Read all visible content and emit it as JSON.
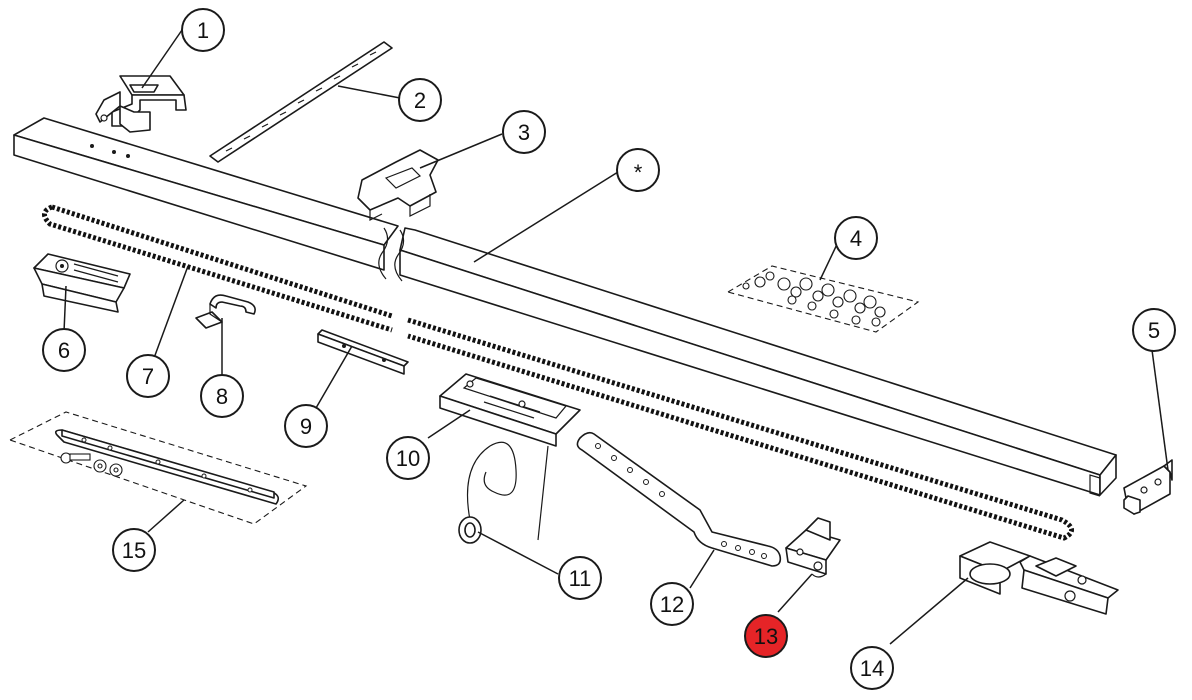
{
  "diagram": {
    "colors": {
      "line": "#1a1a1a",
      "background": "#ffffff",
      "callout_fill": "#ffffff",
      "highlight": "#e52427"
    },
    "callouts": [
      {
        "id": "1",
        "label": "1",
        "highlighted": false
      },
      {
        "id": "2",
        "label": "2",
        "highlighted": false
      },
      {
        "id": "3",
        "label": "3",
        "highlighted": false
      },
      {
        "id": "star",
        "label": "*",
        "highlighted": false
      },
      {
        "id": "4",
        "label": "4",
        "highlighted": false
      },
      {
        "id": "5",
        "label": "5",
        "highlighted": false
      },
      {
        "id": "6",
        "label": "6",
        "highlighted": false
      },
      {
        "id": "7",
        "label": "7",
        "highlighted": false
      },
      {
        "id": "8",
        "label": "8",
        "highlighted": false
      },
      {
        "id": "9",
        "label": "9",
        "highlighted": false
      },
      {
        "id": "10",
        "label": "10",
        "highlighted": false
      },
      {
        "id": "11",
        "label": "11",
        "highlighted": false
      },
      {
        "id": "12",
        "label": "12",
        "highlighted": false
      },
      {
        "id": "13",
        "label": "13",
        "highlighted": true
      },
      {
        "id": "14",
        "label": "14",
        "highlighted": false
      },
      {
        "id": "15",
        "label": "15",
        "highlighted": false
      }
    ]
  }
}
